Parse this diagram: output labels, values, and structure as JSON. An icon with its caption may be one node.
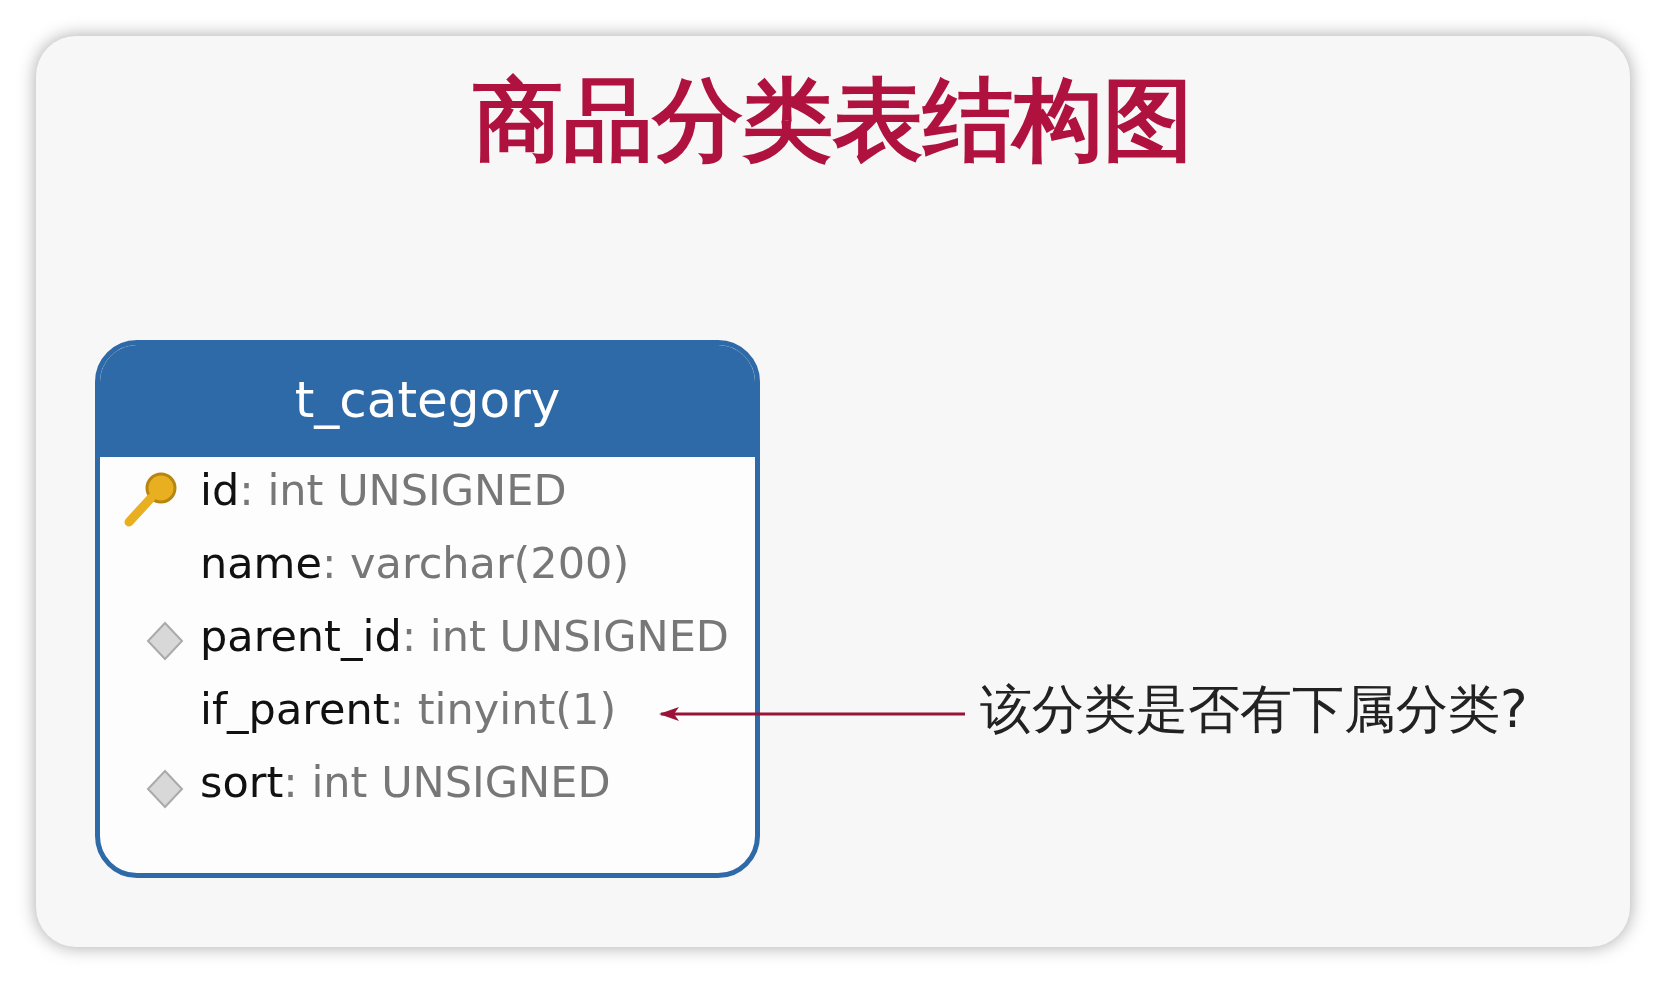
{
  "diagram": {
    "title": "商品分类表结构图",
    "nodes": [
      {
        "text": [
          "t_category"
        ]
      },
      {
        "text": [
          "id: int UNSIGNED"
        ],
        "in": 0
      },
      {
        "text": [
          "name: varchar(200)"
        ],
        "in": 0
      },
      {
        "text": [
          "parent_id: int UNSIGNED"
        ],
        "in": 0
      },
      {
        "text": [
          "if_parent: tinyint(1)"
        ],
        "in": 0
      },
      {
        "text": [
          "sort: int UNSIGNED"
        ],
        "in": 0
      },
      {
        "text": [
          "该分类是否有下属分类?"
        ]
      }
    ],
    "edges": [
      {
        "from": 6,
        "to": 4,
        "arrow": "to"
      }
    ]
  }
}
